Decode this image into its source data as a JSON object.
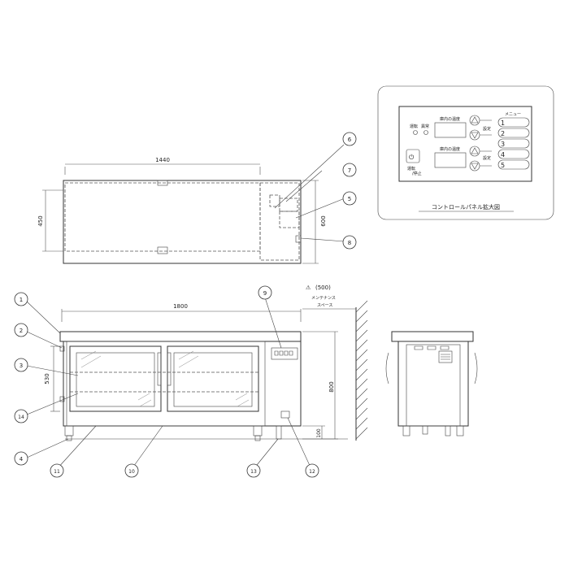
{
  "dimensions": {
    "plan_width": "1440",
    "plan_depth": "450",
    "plan_total_depth": "600",
    "front_width": "1800",
    "height": "800",
    "inner_height": "530",
    "leg_height": "100",
    "maintenance": "(500)",
    "maintenance_label_1": "メンテナンス",
    "maintenance_label_2": "スペース"
  },
  "panel": {
    "caption": "コントロールパネル拡大図",
    "menu_label": "メニュー",
    "run_label": "運転",
    "freeze_label": "異常",
    "temp_label_1": "庫内の温度",
    "temp_label_2": "庫内の温度",
    "set_label_1": "設定",
    "set_label_2": "設定",
    "power_label_1": "運転",
    "power_label_2": "/停止",
    "menu_items": [
      "1",
      "2",
      "3",
      "4",
      "5"
    ]
  },
  "callouts": [
    "1",
    "2",
    "3",
    "4",
    "5",
    "6",
    "7",
    "8",
    "9",
    "10",
    "11",
    "12",
    "13",
    "14"
  ],
  "icons": {
    "warning": "⚠",
    "power": "⏻"
  }
}
